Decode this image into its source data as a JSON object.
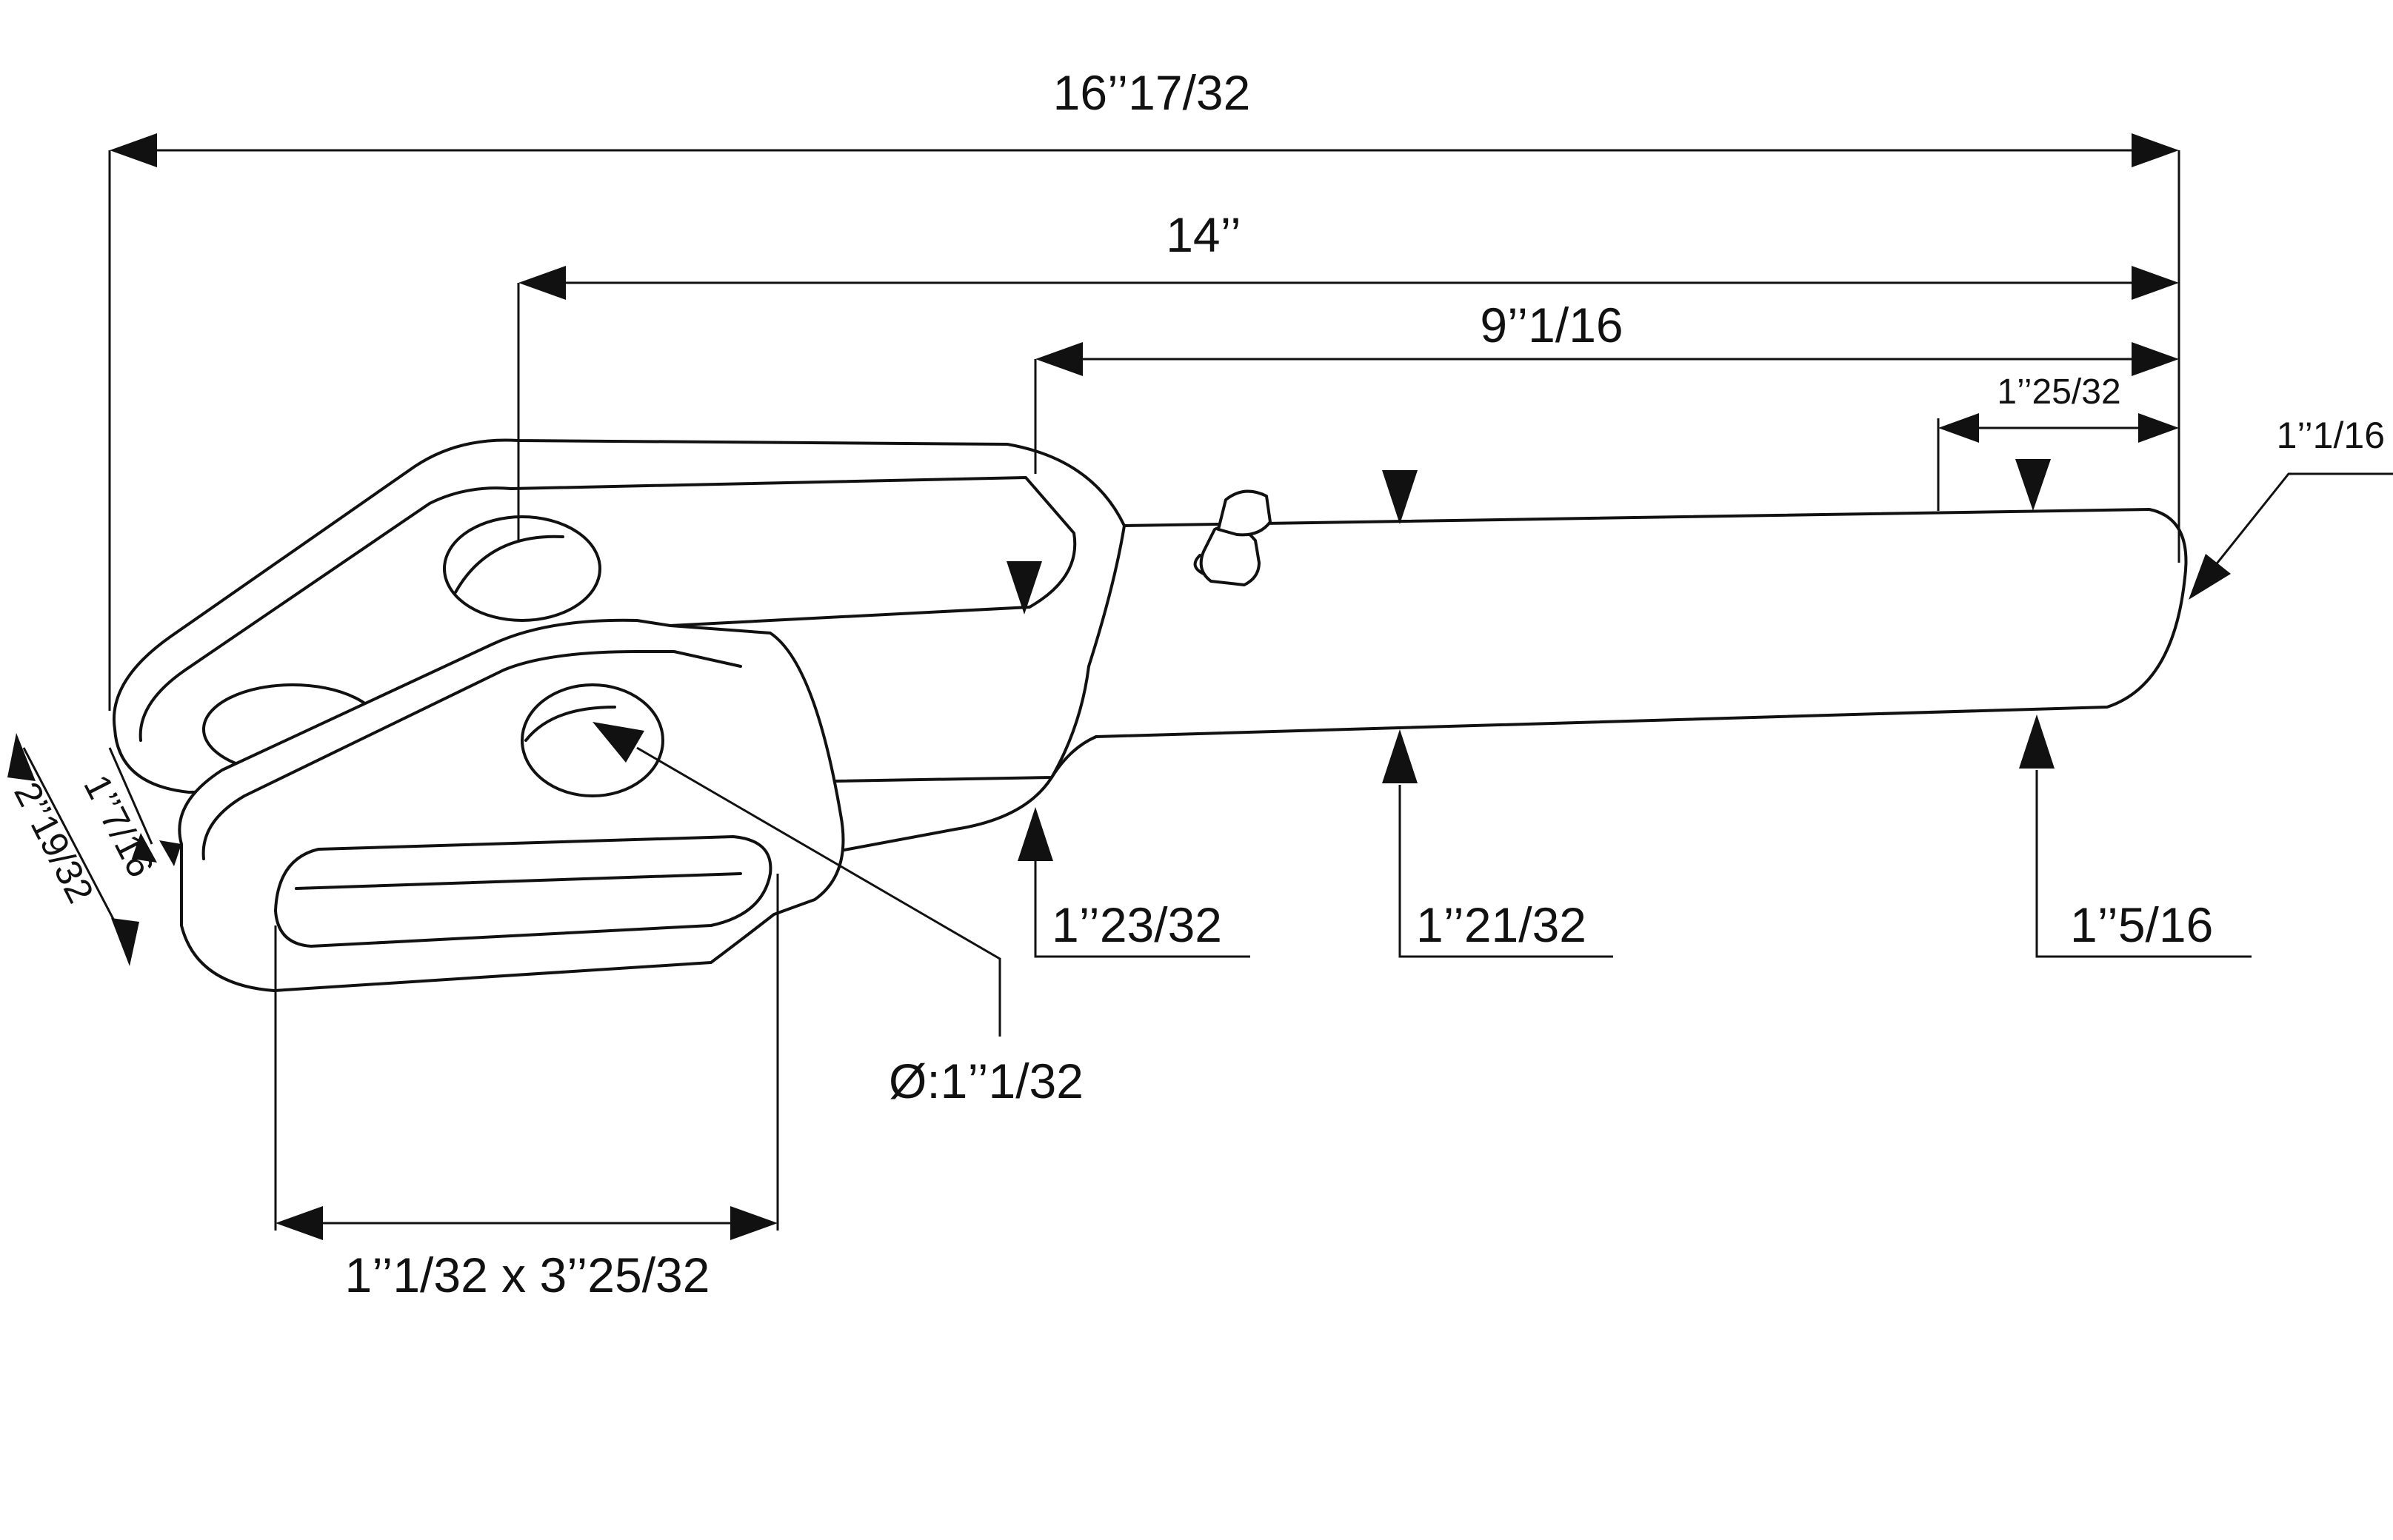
{
  "labels": {
    "overall_length": "16’’17/32",
    "pin_to_end": "14’’",
    "shaft_length": "9’’1/16",
    "end_segment": "1’’25/32",
    "end_diameter": "1’’1/16",
    "diam_neck": "1’’23/32",
    "diam_middle": "1’’21/32",
    "diam_end": "1’’5/16",
    "hole_diameter": "Ø:1’’1/32",
    "slot_size": "1’’1/32 x 3’’25/32",
    "fork_gap": "1’’7/16",
    "fork_width": "2’’19/32"
  }
}
